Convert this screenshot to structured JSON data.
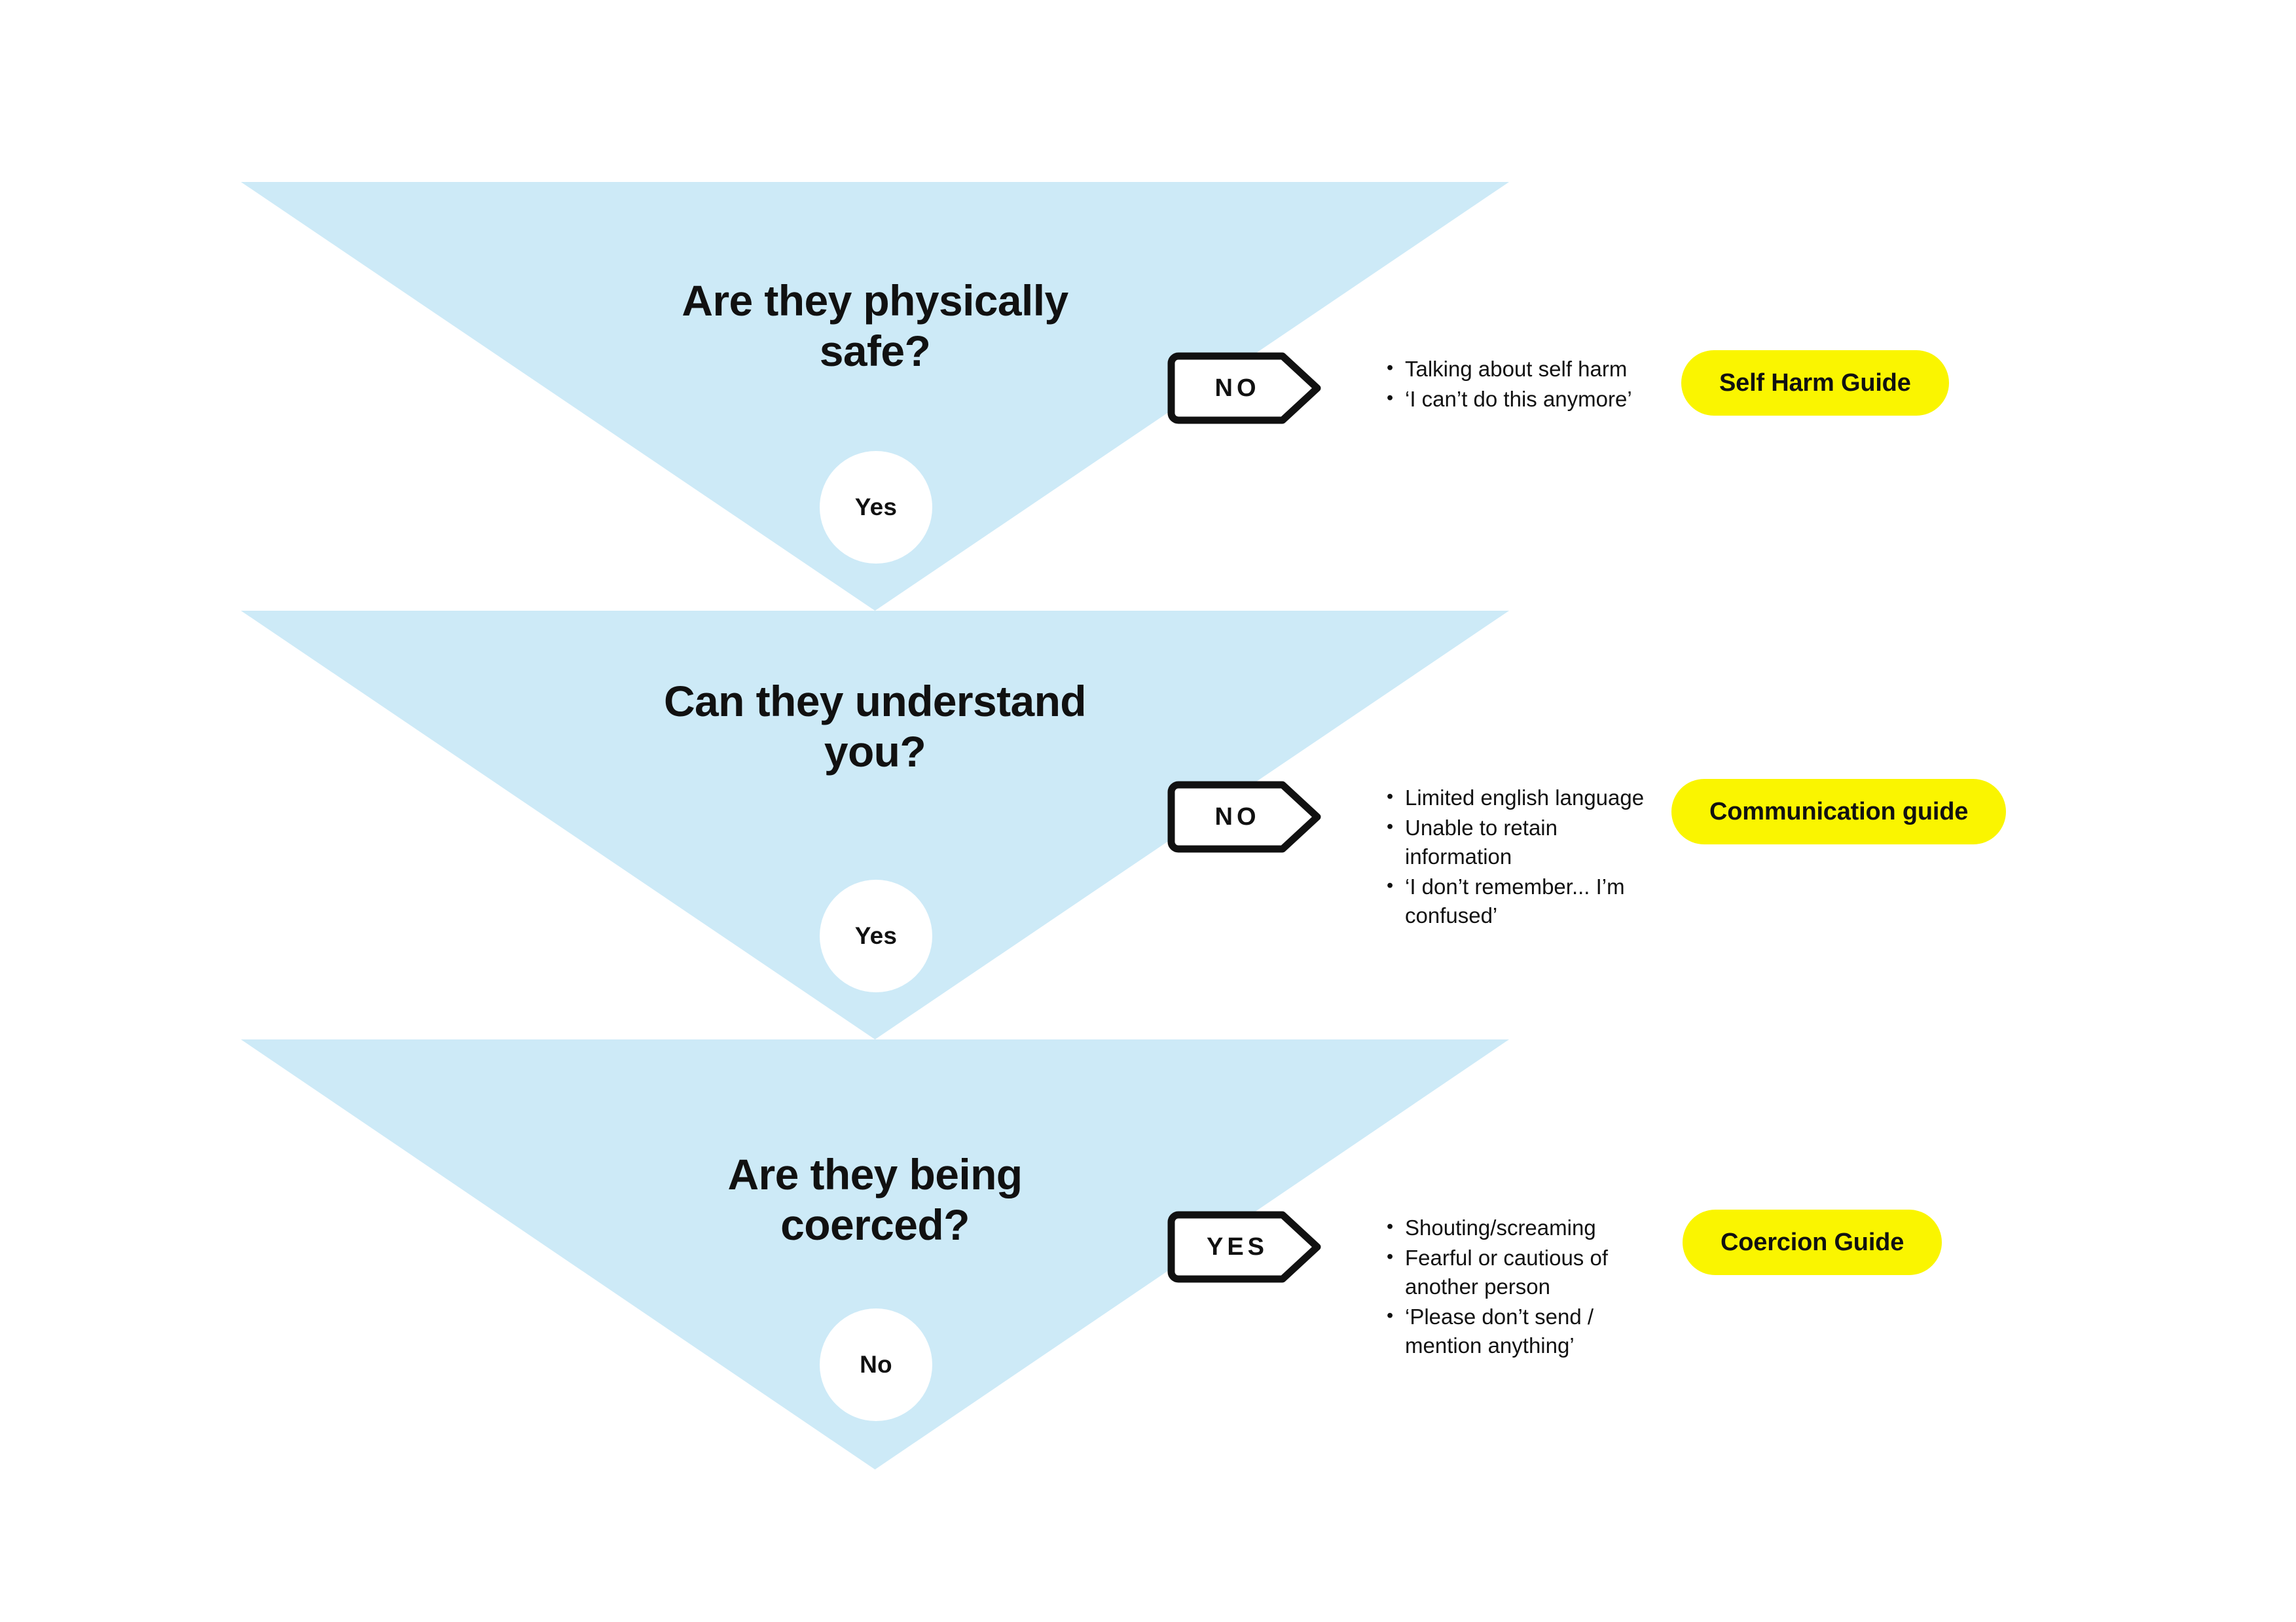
{
  "theme": {
    "funnel_fill": "#cdeaf7",
    "pill_fill": "#faf500",
    "text_color": "#111111",
    "page_background": "#ffffff",
    "tag_outline": "#111111"
  },
  "diagram": {
    "type": "decision-funnel",
    "stages": [
      {
        "id": "physical-safety",
        "question": "Are they physically\nsafe?",
        "continue_answer": "Yes",
        "branch": {
          "tag_label": "NO",
          "signals": [
            "Talking about self harm",
            "‘I can’t do this anymore’"
          ],
          "guide_label": "Self Harm Guide"
        }
      },
      {
        "id": "understanding",
        "question": "Can they understand\nyou?",
        "continue_answer": "Yes",
        "branch": {
          "tag_label": "NO",
          "signals": [
            "Limited english language",
            "Unable to retain information",
            "‘I don’t remember... I’m confused’"
          ],
          "guide_label": "Communication guide"
        }
      },
      {
        "id": "coercion",
        "question": "Are they being\ncoerced?",
        "continue_answer": "No",
        "branch": {
          "tag_label": "YES",
          "signals": [
            "Shouting/screaming",
            "Fearful or cautious of another person",
            "‘Please don’t send / mention anything’"
          ],
          "guide_label": "Coercion Guide"
        }
      }
    ]
  }
}
